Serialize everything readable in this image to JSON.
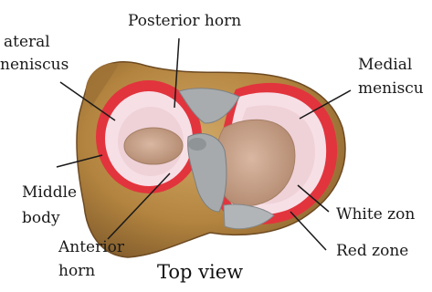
{
  "figure": {
    "caption": "Top view",
    "labels": {
      "posterior_horn": "Posterior horn",
      "lateral_line1": "ateral",
      "lateral_line2": "neniscus",
      "medial_line1": "Medial",
      "medial_line2": "meniscu",
      "middle_line1": "Middle",
      "middle_line2": "body",
      "anterior_line1": "Anterior",
      "anterior_line2": "horn",
      "white_zone": "White zon",
      "red_zone": "Red zone"
    },
    "colors": {
      "bone": "#b88a4e",
      "bone_dark": "#8a6230",
      "red_zone": "#e2343d",
      "white_zone": "#f7dfe6",
      "inner_surface": "#efd2d8",
      "cartilage": "#c9a58e",
      "ligament": "#a8acae"
    }
  }
}
